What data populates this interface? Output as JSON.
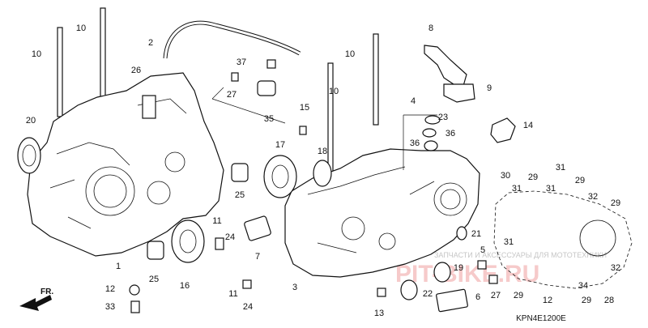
{
  "diagram": {
    "drawing_code": "KPN4E1200E",
    "direction_label": "FR.",
    "watermark": {
      "small_text": "ЗАПЧАСТИ И АКСЕССУАРЫ ДЛЯ МОТОТЕХНИКИ",
      "big_text": "PIT-BIKE.RU"
    },
    "colors": {
      "line": "#111111",
      "background": "#ffffff",
      "watermark_red": "#e04040"
    },
    "callouts": [
      "10",
      "10",
      "10",
      "10",
      "2",
      "26",
      "37",
      "27",
      "35",
      "8",
      "9",
      "4",
      "23",
      "36",
      "36",
      "14",
      "20",
      "15",
      "17",
      "18",
      "25",
      "11",
      "24",
      "7",
      "1",
      "25",
      "16",
      "11",
      "24",
      "12",
      "33",
      "3",
      "21",
      "5",
      "19",
      "22",
      "13",
      "27",
      "6",
      "30",
      "31",
      "29",
      "31",
      "29",
      "31",
      "32",
      "29",
      "31",
      "29",
      "12",
      "34",
      "29",
      "28",
      "32"
    ]
  }
}
